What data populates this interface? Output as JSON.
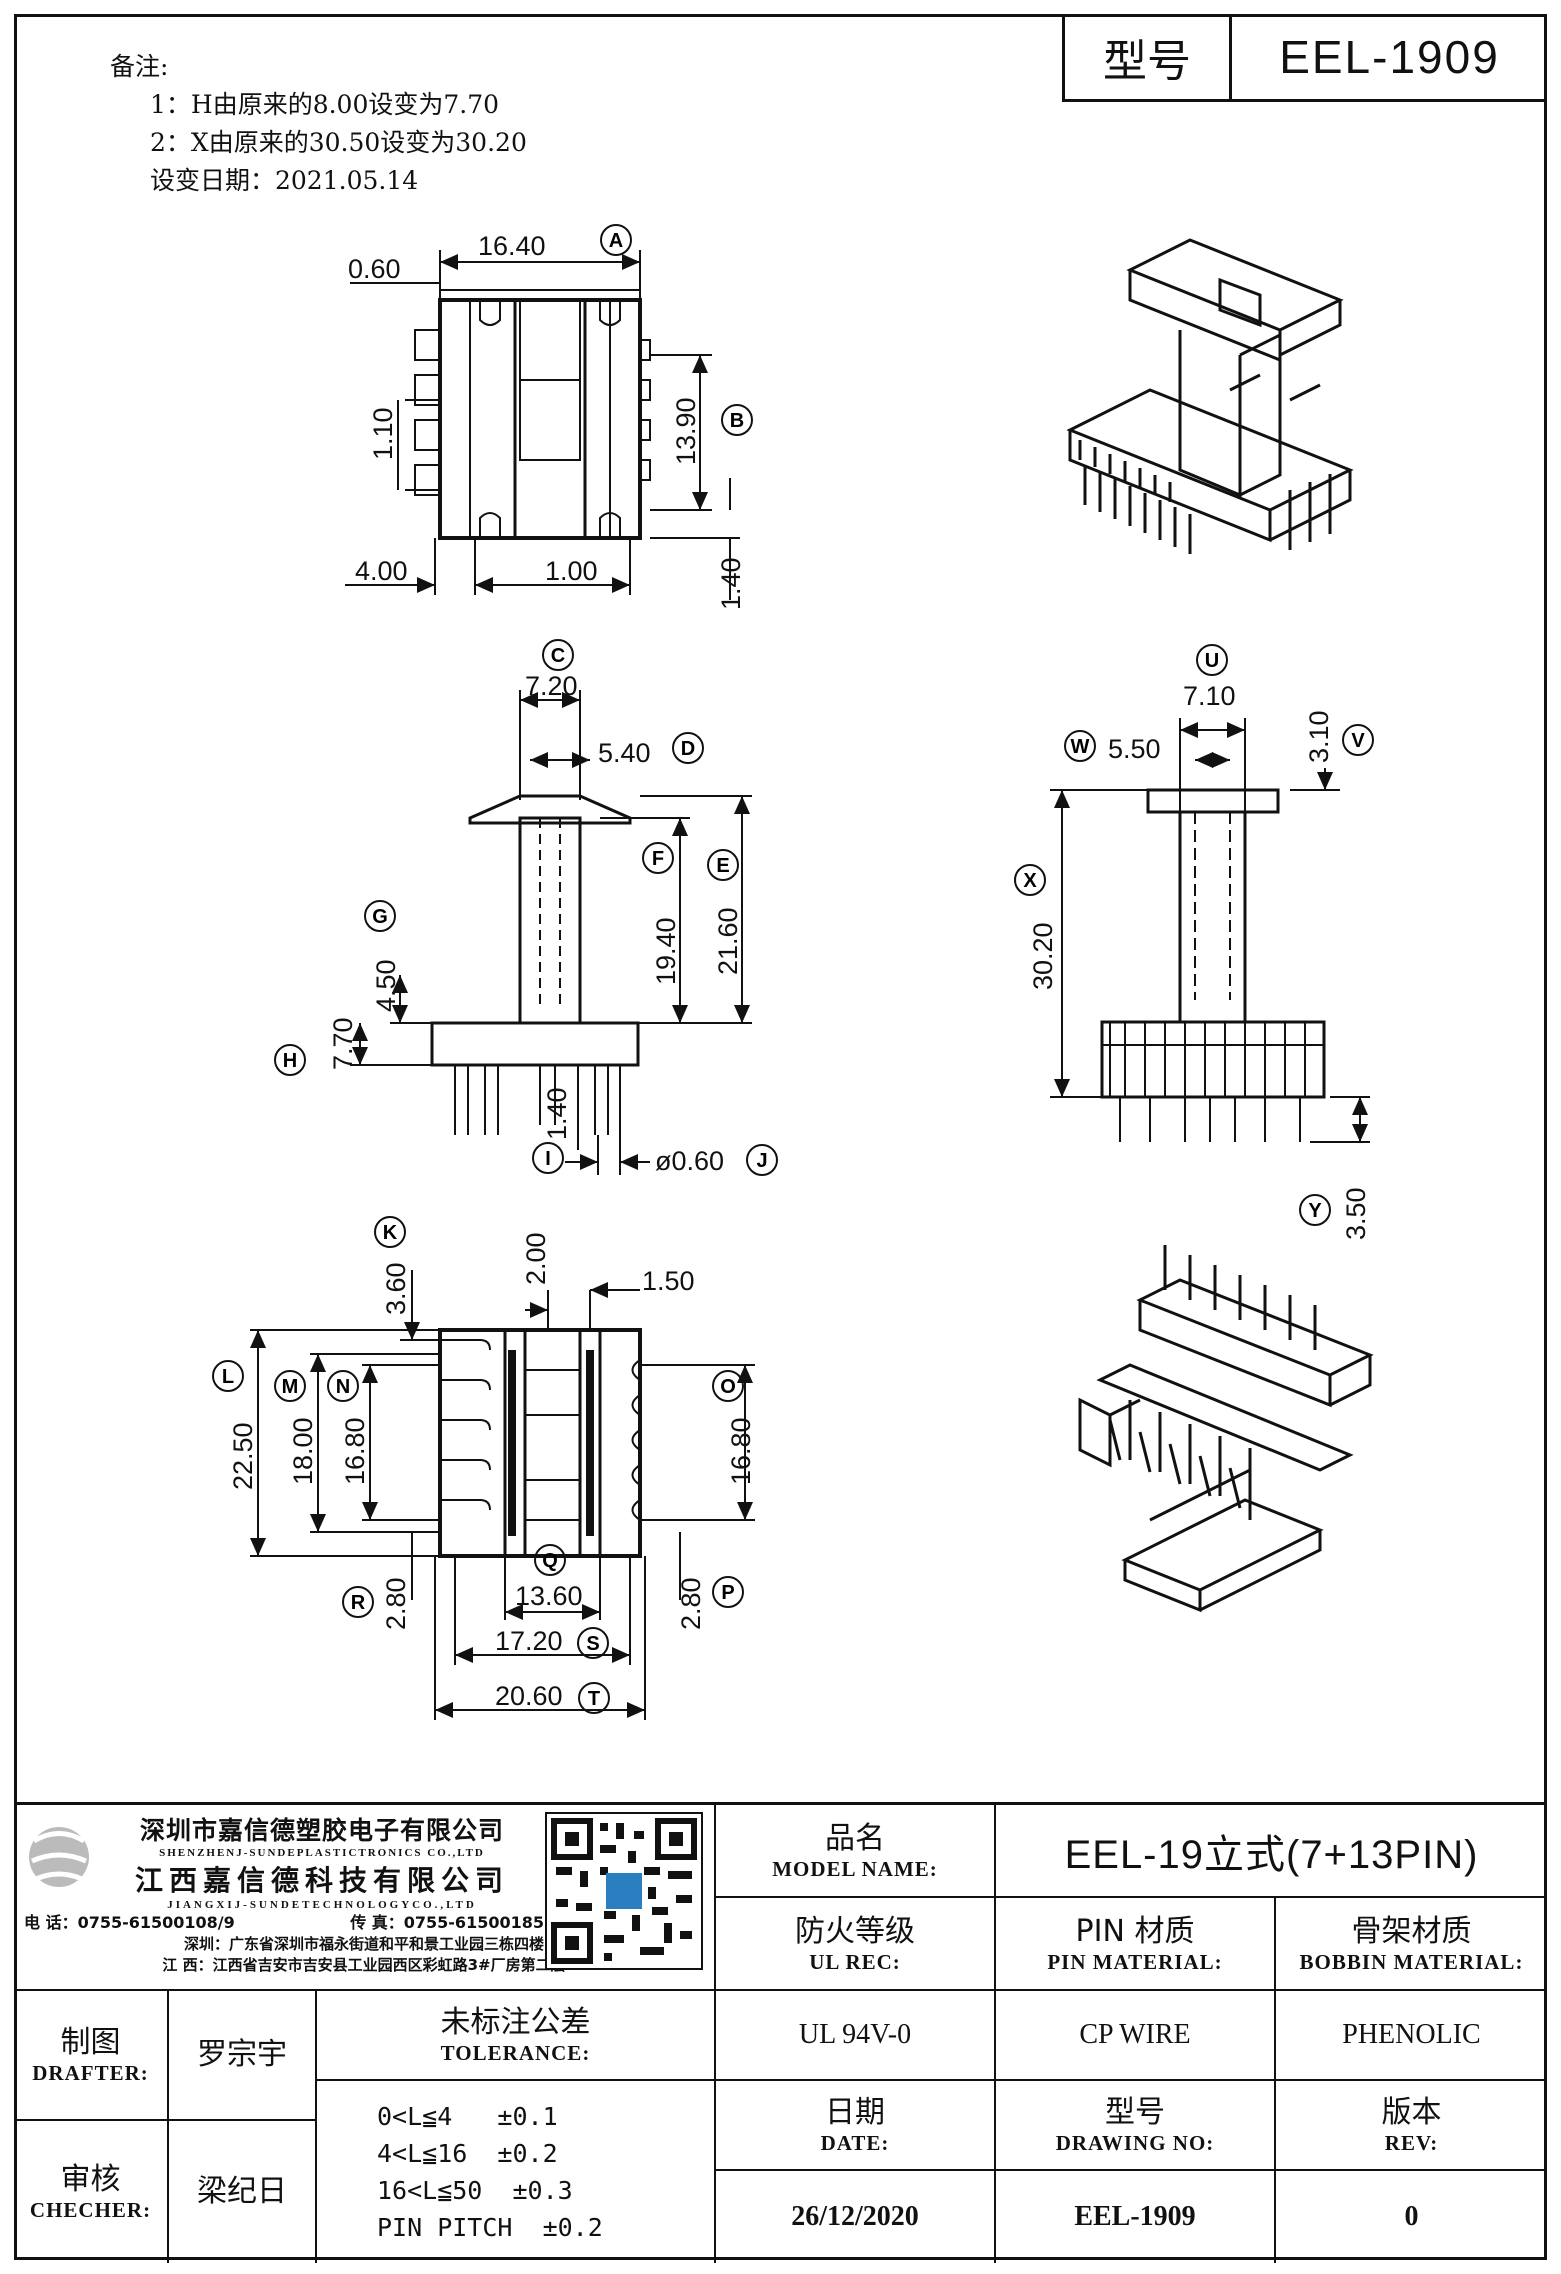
{
  "title_block_top": {
    "model_label": "型号",
    "model_value": "EEL-1909"
  },
  "notes": {
    "heading": "备注:",
    "lines": [
      "1：H由原来的8.00设变为7.70",
      "2：X由原来的30.50设变为30.20",
      "设变日期：2021.05.14"
    ]
  },
  "top_view": {
    "dims": {
      "A": "16.40",
      "B": "13.90",
      "w060": "0.60",
      "h110": "1.10",
      "w400": "4.00",
      "w100": "1.00",
      "h140": "1.40"
    },
    "labels": {
      "A": "A",
      "B": "B"
    }
  },
  "front_view": {
    "dims": {
      "C": "7.20",
      "D": "5.40",
      "F": "19.40",
      "E": "21.60",
      "G": "4.50",
      "H": "7.70",
      "I": "1.40",
      "J": "ø0.60"
    },
    "labels": {
      "C": "C",
      "D": "D",
      "E": "E",
      "F": "F",
      "G": "G",
      "H": "H",
      "I": "I",
      "J": "J"
    }
  },
  "side_view": {
    "dims": {
      "U": "7.10",
      "W": "5.50",
      "V": "3.10",
      "X": "30.20",
      "Y": "3.50"
    },
    "labels": {
      "U": "U",
      "V": "V",
      "W": "W",
      "X": "X",
      "Y": "Y"
    }
  },
  "bottom_view": {
    "dims": {
      "K": "3.60",
      "w200": "2.00",
      "w150": "1.50",
      "L": "22.50",
      "M": "18.00",
      "N": "16.80",
      "O": "16.80",
      "R": "2.80",
      "P": "2.80",
      "Q": "13.60",
      "S": "17.20",
      "T": "20.60"
    },
    "labels": {
      "K": "K",
      "L": "L",
      "M": "M",
      "N": "N",
      "O": "O",
      "P": "P",
      "Q": "Q",
      "R": "R",
      "S": "S",
      "T": "T"
    }
  },
  "company": {
    "name_sz": "深圳市嘉信德塑胶电子有限公司",
    "name_sz_en": "SHENZHENJ-SUNDEPLASTICTRONICS CO.,LTD",
    "name_jx": "江西嘉信德科技有限公司",
    "name_jx_en": "JIANGXIJ-SUNDETECHNOLOGYCO.,LTD",
    "phone": "电 话：0755-61500108/9",
    "fax": "传 真：0755-61500185",
    "addr_sz": "深圳：广东省深圳市福永街道和平和景工业园三栋四楼",
    "addr_jx": "江 西：江西省吉安市吉安县工业园西区彩虹路3#厂房第二层"
  },
  "title_block": {
    "model_name_cn": "品名",
    "model_name_en": "MODEL NAME:",
    "model_name_value": "EEL-19立式(7+13PIN)",
    "ul_cn": "防火等级",
    "ul_en": "UL REC:",
    "ul_value": "UL 94V-0",
    "pin_cn": "PIN 材质",
    "pin_en": "PIN MATERIAL:",
    "pin_value": "CP WIRE",
    "bobbin_cn": "骨架材质",
    "bobbin_en": "BOBBIN MATERIAL:",
    "bobbin_value": "PHENOLIC",
    "drafter_cn": "制图",
    "drafter_en": "DRAFTER:",
    "drafter_value": "罗宗宇",
    "checker_cn": "审核",
    "checker_en": "CHECHER:",
    "checker_value": "梁纪日",
    "tolerance_cn": "未标注公差",
    "tolerance_en": "TOLERANCE:",
    "tolerance_rows": [
      "0<L≦4   ±0.1",
      "4<L≦16  ±0.2",
      "16<L≦50  ±0.3",
      "PIN PITCH  ±0.2"
    ],
    "date_cn": "日期",
    "date_en": "DATE:",
    "date_value": "26/12/2020",
    "drawing_cn": "型号",
    "drawing_en": "DRAWING NO:",
    "drawing_value": "EEL-1909",
    "rev_cn": "版本",
    "rev_en": "REV:",
    "rev_value": "0"
  }
}
